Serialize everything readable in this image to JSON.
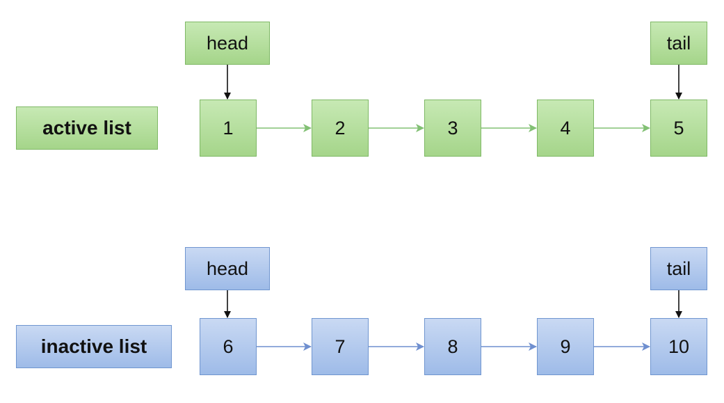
{
  "lists": [
    {
      "label": "active list",
      "theme": "green",
      "head_label": "head",
      "tail_label": "tail",
      "nodes": [
        "1",
        "2",
        "3",
        "4",
        "5"
      ],
      "arrow_color": "#82c074"
    },
    {
      "label": "inactive list",
      "theme": "blue",
      "head_label": "head",
      "tail_label": "tail",
      "nodes": [
        "6",
        "7",
        "8",
        "9",
        "10"
      ],
      "arrow_color": "#6f8fcf"
    }
  ],
  "colors": {
    "pointer_arrow": "#111111"
  }
}
